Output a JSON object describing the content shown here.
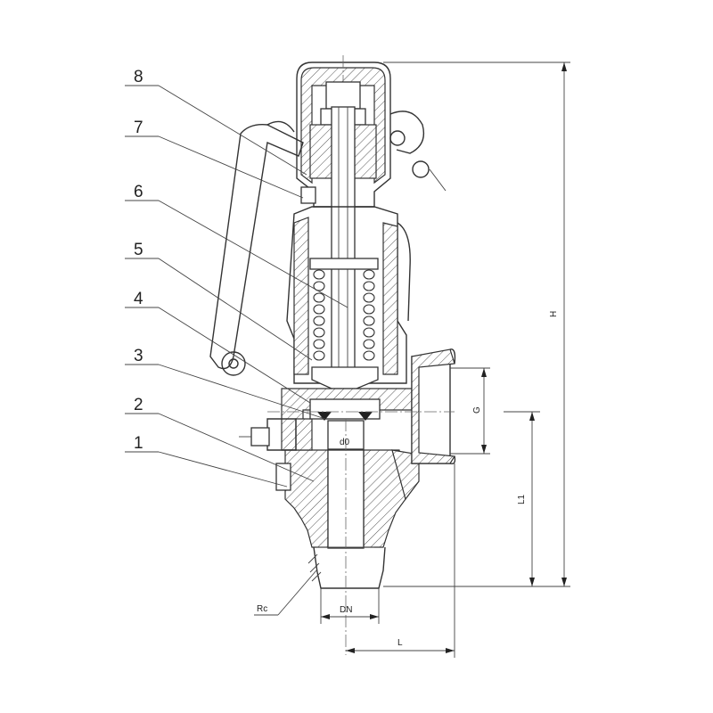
{
  "callouts": [
    {
      "label": "8"
    },
    {
      "label": "7"
    },
    {
      "label": "6"
    },
    {
      "label": "5"
    },
    {
      "label": "4"
    },
    {
      "label": "3"
    },
    {
      "label": "2"
    },
    {
      "label": "1"
    }
  ],
  "dimensions": {
    "height": "H",
    "height_l1": "L1",
    "outlet_thread": "G",
    "inlet_thread": "Rc",
    "nominal_diameter": "DN",
    "length": "L",
    "seat_diameter": "d0"
  }
}
